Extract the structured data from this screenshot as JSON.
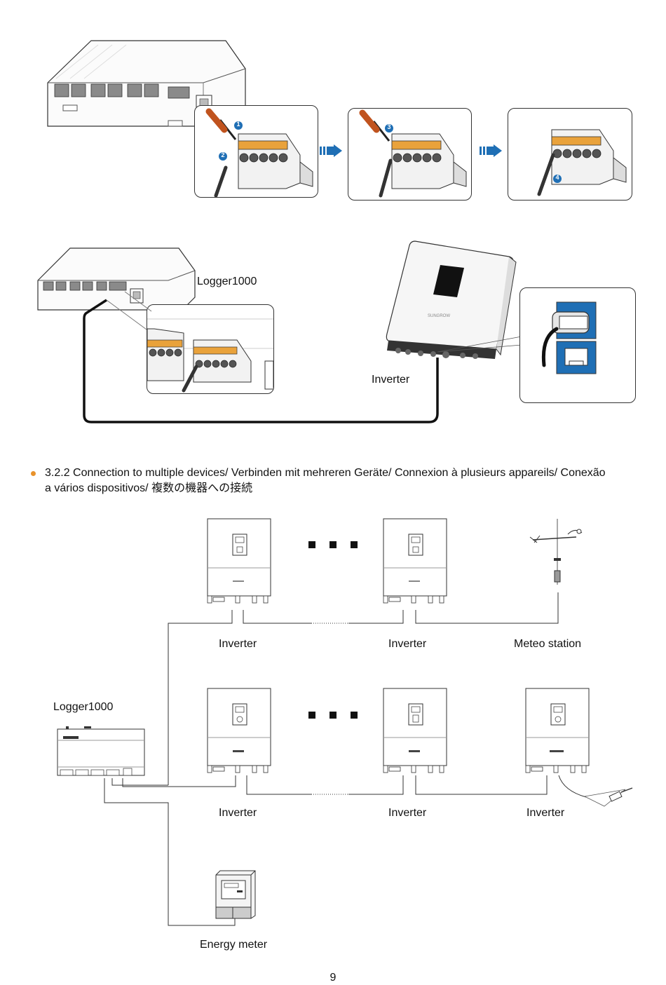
{
  "figure1": {
    "step_numbers": [
      "1",
      "2",
      "3",
      "4"
    ]
  },
  "figure2": {
    "logger_label": "Logger1000",
    "inverter_label": "Inverter",
    "inverter_brand": "SUNGROW"
  },
  "section": {
    "heading": "3.2.2 Connection to multiple devices/ Verbinden mit mehreren Geräte/ Connexion à plusieurs appareils/ Conexão a vários dispositivos/ 複数の機器への接続"
  },
  "diagram": {
    "logger_label": "Logger1000",
    "row1_labels": [
      "Inverter",
      "Inverter",
      "Meteo station"
    ],
    "row2_labels": [
      "Inverter",
      "Inverter",
      "Inverter"
    ],
    "energy_meter_label": "Energy meter"
  },
  "colors": {
    "accent_blue": "#1f6fb5",
    "screwdriver_orange": "#c0531e",
    "terminal_orange": "#e9a23b",
    "bullet": "#e8922b"
  },
  "page": {
    "number": "9"
  }
}
